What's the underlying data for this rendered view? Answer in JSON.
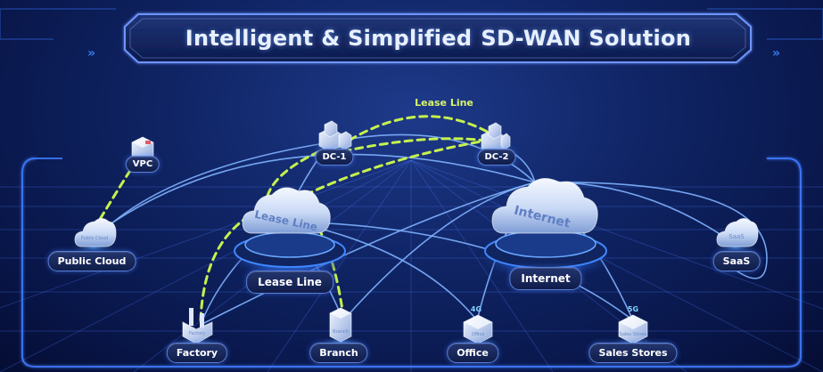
{
  "title": {
    "part1": "Intelligent & Simplified",
    "part2": "SD-WAN  Solution"
  },
  "lease_line_caption": "Lease Line",
  "hubs": {
    "lease_line": {
      "cloud_text": "Lease Line",
      "label": "Lease Line"
    },
    "internet": {
      "cloud_text": "Internet",
      "label": "Internet"
    }
  },
  "nodes": {
    "vpc": {
      "label": "VPC"
    },
    "dc1": {
      "label": "DC-1"
    },
    "dc2": {
      "label": "DC-2"
    },
    "public_cloud": {
      "label": "Public Cloud",
      "icon_text": "Public Cloud"
    },
    "saas": {
      "label": "SaaS",
      "icon_text": "SaaS"
    },
    "factory": {
      "label": "Factory",
      "icon_text": "Factory"
    },
    "branch": {
      "label": "Branch",
      "icon_text": "Branch"
    },
    "office": {
      "label": "Office",
      "icon_text": "Office",
      "badge": "4G"
    },
    "sales_stores": {
      "label": "Sales Stores",
      "icon_text": "Sales Stores",
      "badge": "5G"
    }
  },
  "colors": {
    "lease_line": "#c6f24e",
    "link": "#7fb2ff",
    "accent": "#3a86ff",
    "background": "#0b1a4a"
  },
  "icons": {
    "corner_left": "double-chevron-right-icon",
    "corner_right": "double-chevron-right-icon"
  }
}
